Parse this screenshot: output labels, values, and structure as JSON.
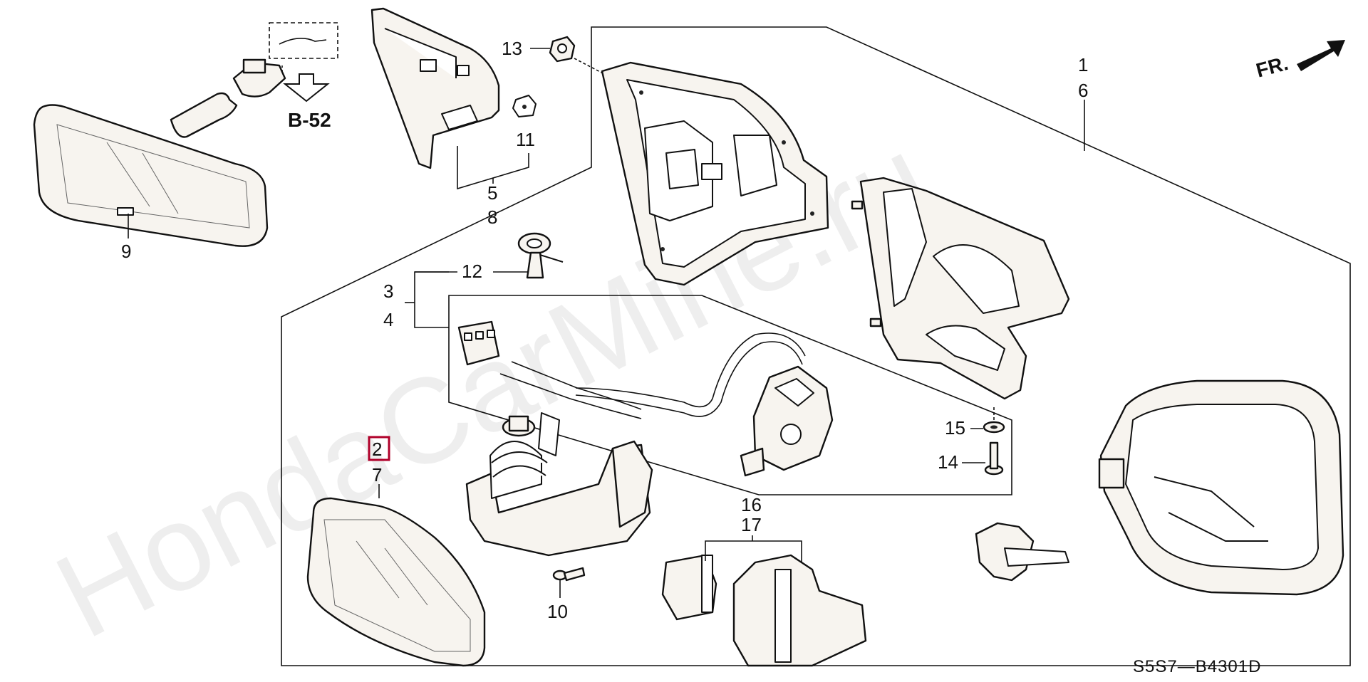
{
  "watermark": "HondaCarMine.ru",
  "diagram_code": "S5S7—B4301D",
  "reference": "B-52",
  "direction_label": "FR.",
  "callouts": {
    "n1": "1",
    "n6": "6",
    "n2": "2",
    "n7": "7",
    "n3": "3",
    "n4": "4",
    "n5": "5",
    "n8": "8",
    "n9": "9",
    "n10": "10",
    "n11": "11",
    "n12": "12",
    "n13": "13",
    "n14": "14",
    "n15": "15",
    "n16": "16",
    "n17": "17"
  },
  "highlighted_callout": "2",
  "colors": {
    "highlight": "#b0002a",
    "line": "#111111",
    "watermark": "#eeeeee"
  }
}
